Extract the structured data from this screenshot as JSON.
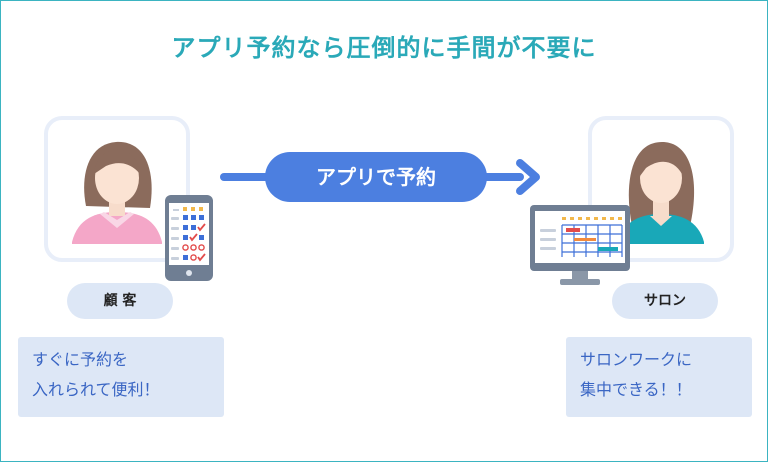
{
  "title": "アプリ予約なら圧倒的に手間が不要に",
  "arrow_label": "アプリで予約",
  "customer": {
    "label": "顧 客",
    "note_line1": "すぐに予約を",
    "note_line2": "入れられて便利！"
  },
  "salon": {
    "label": "サロン",
    "note_line1": "サロンワークに",
    "note_line2": "集中できる！！"
  },
  "colors": {
    "accent_title": "#2aa9b8",
    "arrow": "#4c7fe0",
    "pill_bg": "#dde7f6",
    "note_text": "#3a66c4"
  }
}
